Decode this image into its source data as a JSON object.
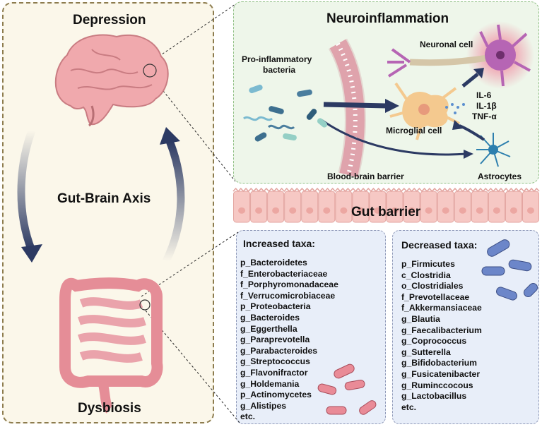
{
  "left": {
    "top_label": "Depression",
    "middle_label": "Gut-Brain Axis",
    "bottom_label": "Dysbiosis"
  },
  "neuro": {
    "title": "Neuroinflammation",
    "bacteria_label_1": "Pro-inflammatory",
    "bacteria_label_2": "bacteria",
    "neuronal": "Neuronal cell",
    "microglial": "Microglial cell",
    "cytokines": [
      "IL-6",
      "IL-1β",
      "TNF-α"
    ],
    "bbb": "Blood-brain barrier",
    "astrocytes": "Astrocytes"
  },
  "gut_barrier": "Gut barrier",
  "increased": {
    "title": "Increased taxa:",
    "items": [
      "p_Bacteroidetes",
      "f_Enterobacteriaceae",
      "f_Porphyromonadaceae",
      "f_Verrucomicrobiaceae",
      "p_Proteobacteria",
      "g_Bacteroides",
      "g_Eggerthella",
      "g_Paraprevotella",
      "g_Parabacteroides",
      "g_Streptococcus",
      "g_Flavonifractor",
      "g_Holdemania",
      "p_Actinomycetes",
      "g_Alistipes",
      "etc."
    ]
  },
  "decreased": {
    "title": "Decreased taxa:",
    "items": [
      "p_Firmicutes",
      "c_Clostridia",
      "o_Clostridiales",
      "f_Prevotellaceae",
      "f_Akkermansiaceae",
      "g_Blautia",
      "g_Faecalibacterium",
      "g_Coprococcus",
      "g_Sutterella",
      "g_Bifidobacterium",
      "g_Fusicatenibacter",
      "g_Ruminccocous",
      "g_Lactobacillus",
      "etc."
    ]
  },
  "colors": {
    "arrow": "#2c3a63",
    "left_bg": "#fbf7ea",
    "neuro_bg": "#eef6ea",
    "taxa_bg": "#e8eef9",
    "gut_cell": "#f6c8c4"
  }
}
